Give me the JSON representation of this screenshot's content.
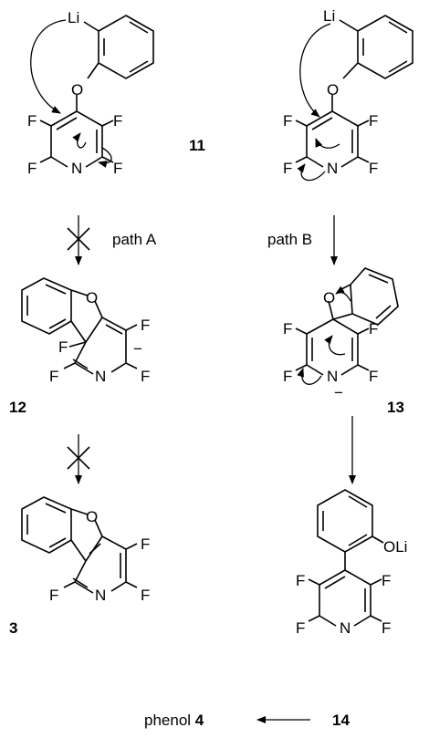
{
  "atoms": {
    "Li": "Li",
    "O": "O",
    "F": "F",
    "N": "N",
    "OLi": "OLi",
    "minus": "−"
  },
  "compounds": {
    "c11": "11",
    "c12": "12",
    "c13": "13",
    "c3": "3",
    "c14": "14"
  },
  "paths": {
    "a": "path A",
    "b": "path B"
  },
  "product": {
    "text": "phenol ",
    "number": "4"
  },
  "colors": {
    "ink": "#000000",
    "background": "#ffffff"
  }
}
